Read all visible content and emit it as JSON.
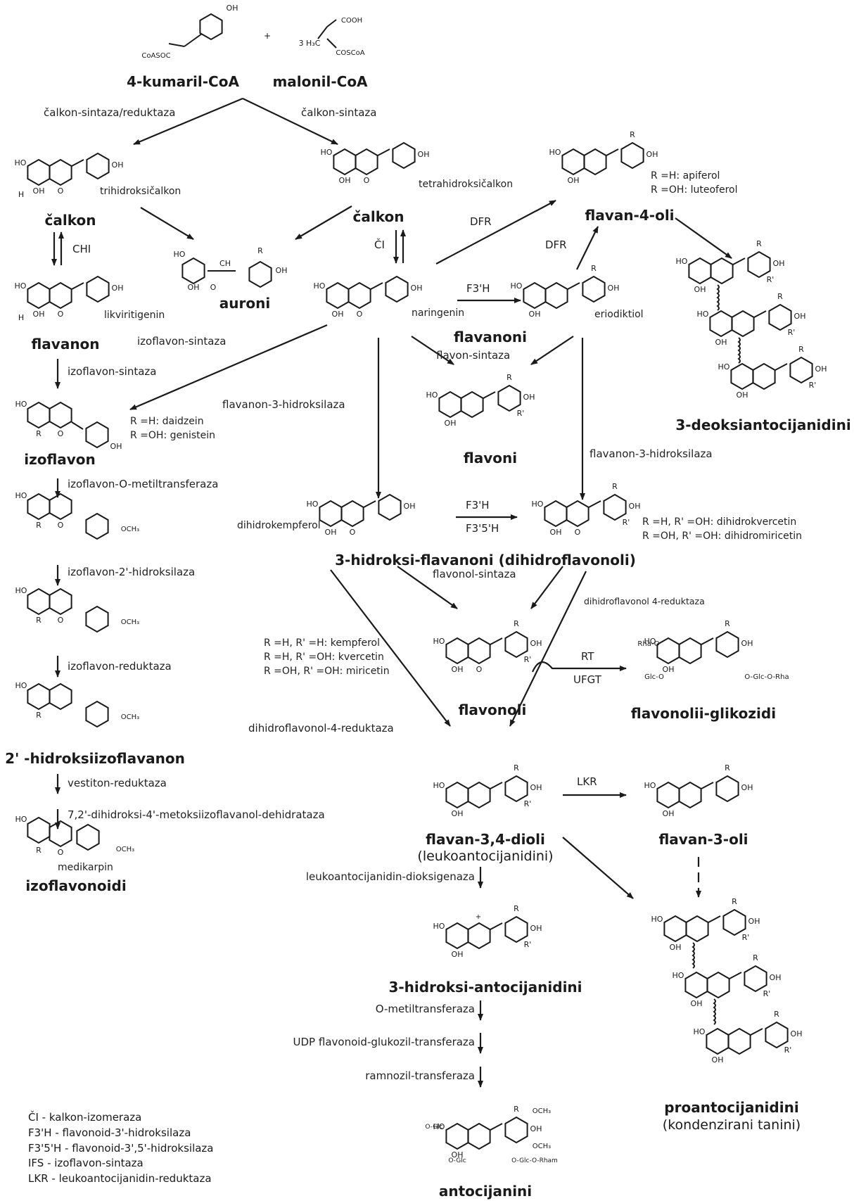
{
  "compounds": {
    "kumaril": "4-kumaril-CoA",
    "malonil": "malonil-CoA",
    "calkon_left": "čalkon",
    "calkon_mid": "čalkon",
    "flavanon": "flavanon",
    "auroni": "auroni",
    "izoflavon": "izoflavon",
    "hidroksiizoflavanon": "2' -hidroksiizoflavanon",
    "izoflavonoidi": "izoflavonoidi",
    "flavanoni": "flavanoni",
    "flavoni": "flavoni",
    "flavan4oli": "flavan-4-oli",
    "deoksiantocijanidini": "3-deoksiantocijanidini",
    "hidroksiflavanoni": "3-hidroksi-flavanoni (dihidroflavonoli)",
    "flavonoli": "flavonoli",
    "flavonoliglikozidi": "flavonolii-glikozidi",
    "flavan34dioli": "flavan-3,4-dioli",
    "leukoantocijanidini": "(leukoantocijanidini)",
    "flavan3oli": "flavan-3-oli",
    "hidroksiantocijanidini": "3-hidroksi-antocijanidini",
    "proantocijanidini": "proantocijanidini",
    "kondenzirani": "(kondenzirani tanini)",
    "antocijanini": "antocijanini"
  },
  "substances": {
    "trihidroksicalkon": "trihidroksičalkon",
    "tetrahidroksicalkon": "tetrahidroksičalkon",
    "likviritigenin": "likviritigenin",
    "naringenin": "naringenin",
    "eriodiktiol": "eriodiktiol",
    "dihidrokempferol": "dihidrokempferol",
    "medikarpin": "medikarpin"
  },
  "notes": {
    "flavan4_r1": "R =H: apiferol",
    "flavan4_r2": "R =OH: luteoferol",
    "izo_r1": "R =H: daidzein",
    "izo_r2": "R =OH: genistein",
    "dihidro_r1": "R =H, R' =OH: dihidrokvercetin",
    "dihidro_r2": "R =OH, R' =OH: dihidromiricetin",
    "flavonol_r1": "R =H, R' =H: kempferol",
    "flavonol_r2": "R =H, R' =OH: kvercetin",
    "flavonol_r3": "R =OH, R' =OH: miricetin"
  },
  "enzymes": {
    "calkon_sintaza_reduktaza": "čalkon-sintaza/reduktaza",
    "calkon_sintaza": "čalkon-sintaza",
    "chi": "CHI",
    "ci": "ČI",
    "dfr_1": "DFR",
    "dfr_2": "DFR",
    "f3h_1": "F3'H",
    "izoflavon_sintaza_1": "izoflavon-sintaza",
    "izoflavon_sintaza_2": "izoflavon-sintaza",
    "flavon_sintaza": "flavon-sintaza",
    "flavanon_3_hidroksilaza_1": "flavanon-3-hidroksilaza",
    "flavanon_3_hidroksilaza_2": "flavanon-3-hidroksilaza",
    "izoflavon_o_metil": "izoflavon-O-metiltransferaza",
    "f3h_2": "F3'H",
    "f35h": "F3'5'H",
    "izoflavon_2_hidroksilaza": "izoflavon-2'-hidroksilaza",
    "flavonol_sintaza": "flavonol-sintaza",
    "dihidroflavonol_4_reduktaza_1": "dihidroflavonol 4-reduktaza",
    "izoflavon_reduktaza": "izoflavon-reduktaza",
    "rt": "RT",
    "ufgt": "UFGT",
    "dihidroflavonol_4_reduktaza_2": "dihidroflavonol-4-reduktaza",
    "vestiton_reduktaza": "vestiton-reduktaza",
    "dehidrataza": "7,2'-dihidroksi-4'-metoksiizoflavanol-dehidrataza",
    "lkr": "LKR",
    "leuko_dioksigenaza": "leukoantocijanidin-dioksigenaza",
    "o_metiltransferaza": "O-metiltransferaza",
    "udp": "UDP flavonoid-glukozil-transferaza",
    "ramnozil": "ramnozil-transferaza"
  },
  "legend": [
    "ČI - kalkon-izomeraza",
    "F3'H - flavonoid-3'-hidroksilaza",
    "F3'5'H - flavonoid-3',5'-hidroksilaza",
    "IFS - izoflavon-sintaza",
    "LKR - leukoantocijanidin-reduktaza"
  ],
  "atoms": {
    "oh": "OH",
    "ho": "HO",
    "o": "O",
    "h": "H",
    "r": "R",
    "rp": "R'",
    "och3": "OCH₃",
    "cooh": "COOH",
    "cosca": "COSCoA",
    "h3c": "3 H₃C",
    "coasoc": "CoASOC",
    "plus": "+",
    "ch": "CH",
    "rha_o": "Rha-O",
    "glc_o": "Glc-O",
    "o_glc_o_rha": "O-Glc-O-Rha",
    "o_glc": "O-Glc",
    "o_glc_o_rham": "O-Glc-O-Rham",
    "plus_charge": "+"
  }
}
